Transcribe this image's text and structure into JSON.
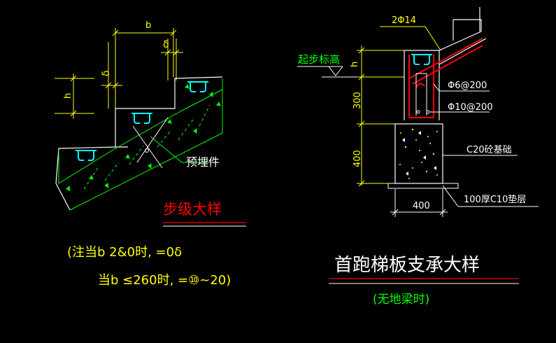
{
  "colors": {
    "background": "#000000",
    "dimension": "#ffff00",
    "structure": "#ffffff",
    "concrete_hatch": "#00ff00",
    "embedded_part": "#00ffff",
    "rebar": "#ff0000",
    "leader": "#00ff00",
    "title_red": "#ff0000",
    "title_white": "#ffffff"
  },
  "left_detail": {
    "dim_b": "b",
    "dim_delta_top": "δ",
    "dim_delta_left": "δ",
    "dim_h": "h",
    "label_embedded": "预埋件",
    "title": "步级大样",
    "note_line1": "(注当b 2&0时, =0δ",
    "note_line2": "当b ≤260时, =⑩~20)"
  },
  "right_detail": {
    "label_top_rebar": "2Φ14",
    "label_start_elev": "起步标高",
    "dim_h": "h",
    "dim_300": "300",
    "dim_400_v": "400",
    "dim_400_h": "400",
    "label_stirrup": "Φ6@200",
    "label_bar": "Φ10@200",
    "label_foundation": "C20砼基础",
    "label_cushion": "100厚C10垫层",
    "title": "首跑梯板支承大样",
    "subtitle": "(无地梁时)"
  }
}
